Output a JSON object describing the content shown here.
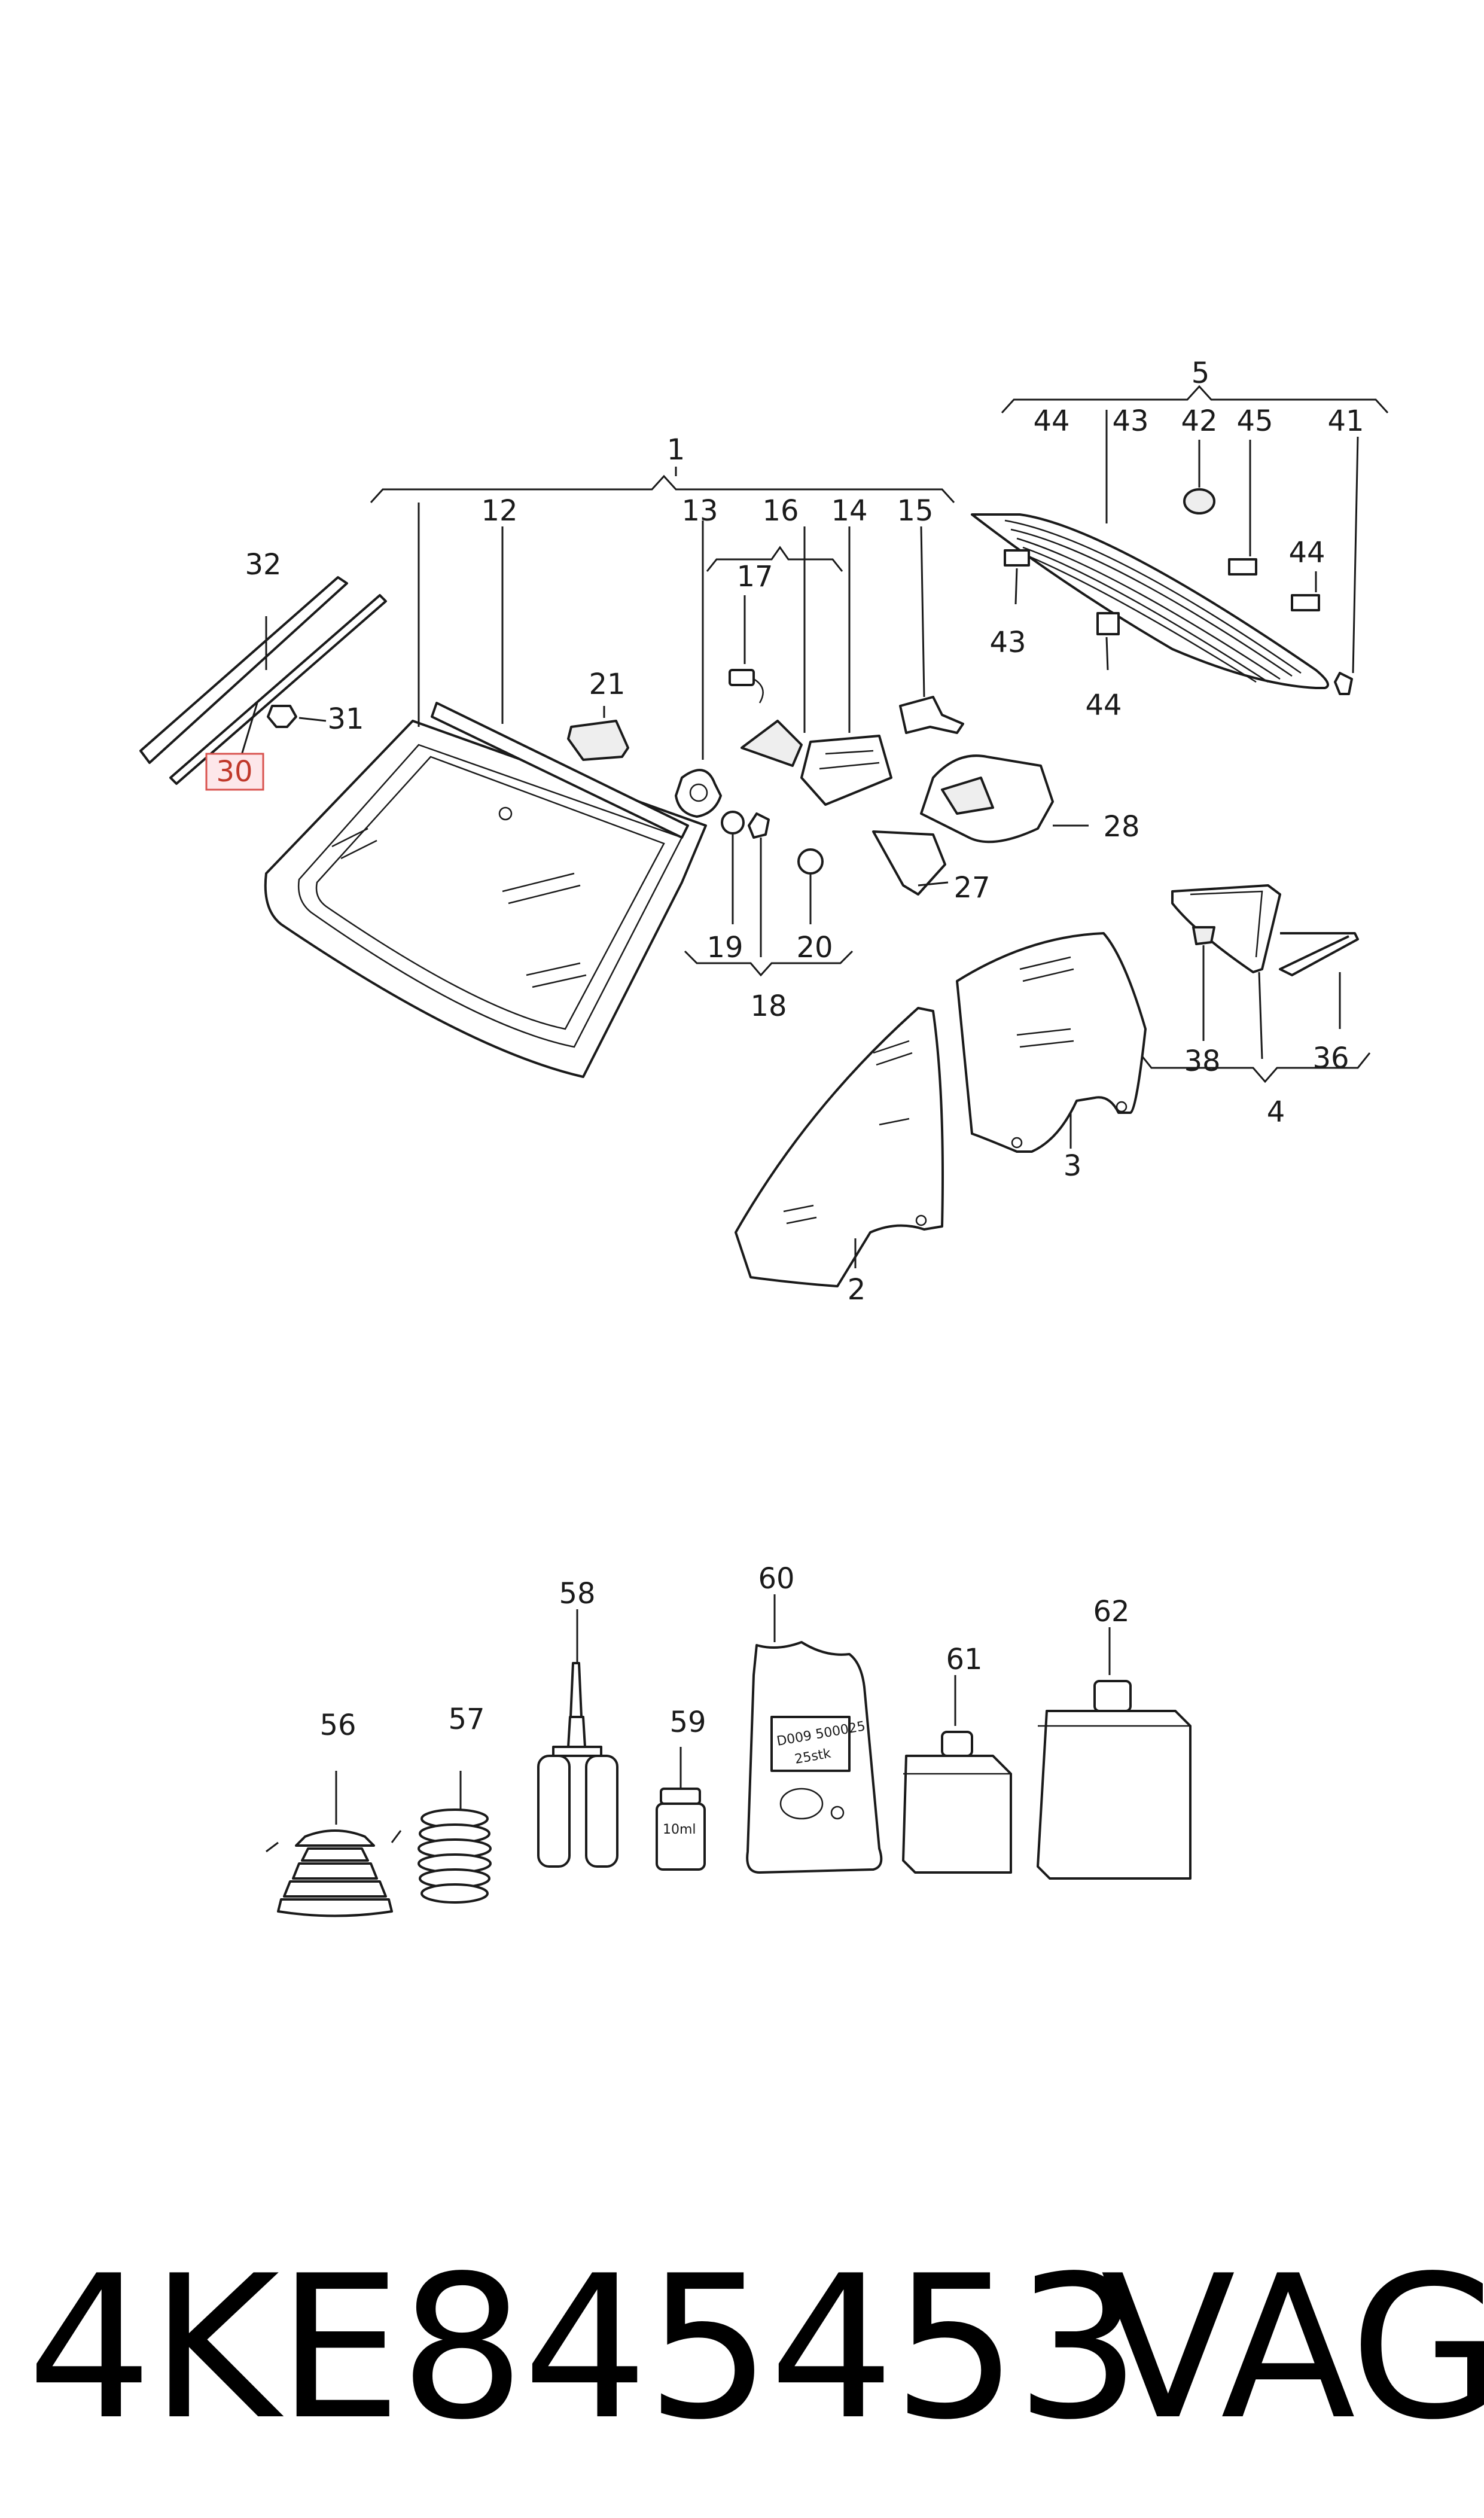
{
  "diagram": {
    "highlighted_callout": "30",
    "callouts": {
      "c1": "1",
      "c2": "2",
      "c3": "3",
      "c4": "4",
      "c5": "5",
      "c12": "12",
      "c13": "13",
      "c14": "14",
      "c15": "15",
      "c16": "16",
      "c17": "17",
      "c18": "18",
      "c19": "19",
      "c20": "20",
      "c21": "21",
      "c27": "27",
      "c28": "28",
      "c30": "30",
      "c31": "31",
      "c32": "32",
      "c36": "36",
      "c38": "38",
      "c41": "41",
      "c42": "42",
      "c43a": "43",
      "c43b": "43",
      "c44a": "44",
      "c44b": "44",
      "c44c": "44",
      "c45": "45",
      "c56": "56",
      "c57": "57",
      "c58": "58",
      "c59": "59",
      "c60": "60",
      "c61": "61",
      "c62": "62"
    },
    "package_print": {
      "bag_code": "D009 500025",
      "bag_count": "25stk",
      "vial_volume": "10ml"
    }
  },
  "footer": {
    "part_number": "4KE845453",
    "brand": "VAG"
  }
}
